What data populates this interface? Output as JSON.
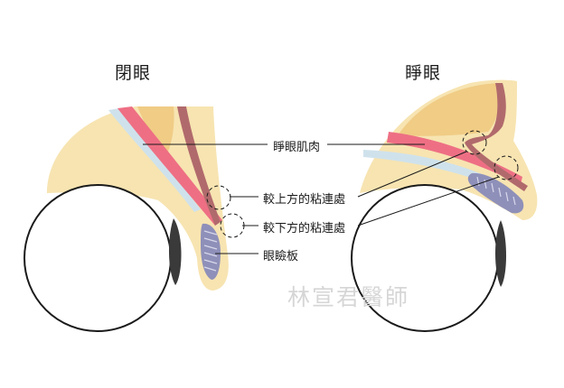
{
  "titles": {
    "closed": "閉眼",
    "open": "睜眼"
  },
  "labels": {
    "levator": "睜眼肌肉",
    "upper_adhesion": "較上方的粘連處",
    "lower_adhesion": "較下方的粘連處",
    "tarsus": "眼瞼板"
  },
  "watermark": "林宣君醫師",
  "colors": {
    "skin": "#f7e4b1",
    "fat": "#f0cc85",
    "muscle_pink": "#ee6f84",
    "muscle_brown": "#b16a6c",
    "fascia_blue": "#cfe2ec",
    "tarsus_gland": "#8f90b9",
    "pupil": "#3a3a3a",
    "outline": "#1a1a1a"
  }
}
